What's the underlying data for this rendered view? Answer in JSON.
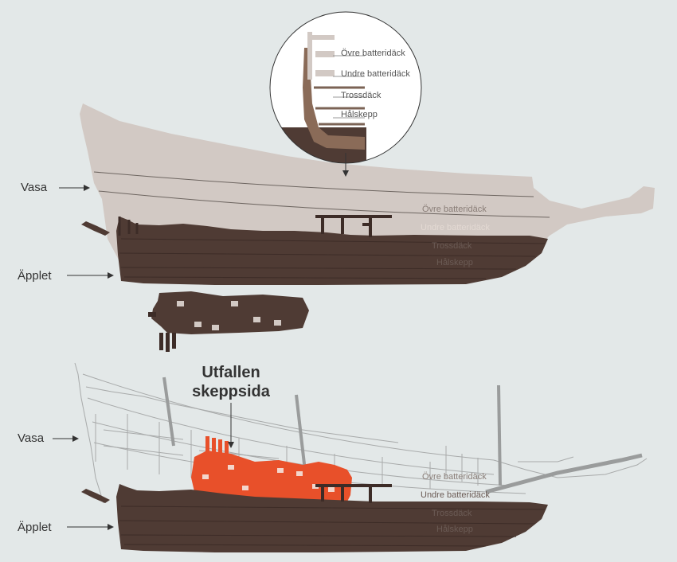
{
  "labels": {
    "vasa": "Vasa",
    "applet": "Äpplet",
    "upper_deck": "Övre batteridäck",
    "lower_deck": "Undre batteridäck",
    "orlop": "Trossdäck",
    "hold": "Hålskepp",
    "fallen_side_line1": "Utfallen",
    "fallen_side_line2": "skeppsida"
  },
  "colors": {
    "background": "#e3e8e8",
    "vasa_fill": "#d2c9c4",
    "applet_hull": "#4f3b34",
    "applet_dark": "#3d2c27",
    "fallen_side": "#e8502a",
    "deck_text_light": "#8a7e78",
    "label_text": "#333333"
  },
  "icons": [
    "arrow-icon"
  ]
}
